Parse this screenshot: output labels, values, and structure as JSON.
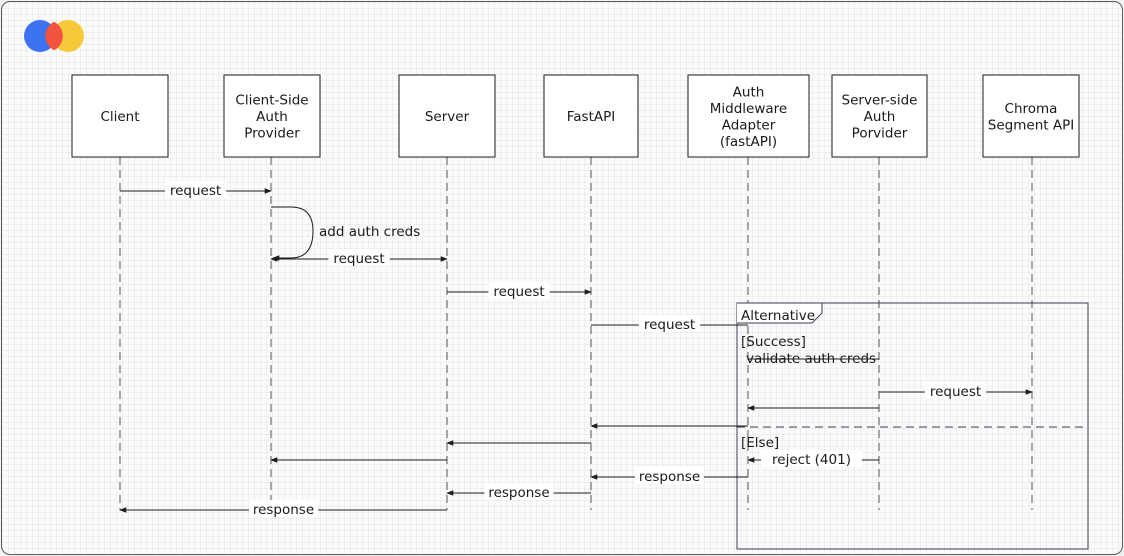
{
  "logo": {
    "colors": [
      "#3b73f0",
      "#f05340",
      "#f6c93a"
    ]
  },
  "participants": [
    {
      "id": "client",
      "label": [
        "Client"
      ]
    },
    {
      "id": "csap",
      "label": [
        "Client-Side",
        "Auth",
        "Provider"
      ]
    },
    {
      "id": "server",
      "label": [
        "Server"
      ]
    },
    {
      "id": "fastapi",
      "label": [
        "FastAPI"
      ]
    },
    {
      "id": "ama",
      "label": [
        "Auth",
        "Middleware",
        "Adapter",
        "(fastAPI)"
      ]
    },
    {
      "id": "ssap",
      "label": [
        "Server-side",
        "Auth",
        "Porvider"
      ]
    },
    {
      "id": "chroma",
      "label": [
        "Chroma",
        "Segment API"
      ]
    }
  ],
  "messages": [
    {
      "from": "client",
      "to": "csap",
      "label": "request"
    },
    {
      "from": "csap",
      "to": "csap",
      "label": "add auth creds",
      "self": true
    },
    {
      "from": "csap",
      "to": "server",
      "label": "request",
      "both": true
    },
    {
      "from": "server",
      "to": "fastapi",
      "label": "request"
    },
    {
      "from": "fastapi",
      "to": "ama",
      "label": "request",
      "noarrow": true
    },
    {
      "from": "ama",
      "to": "ssap",
      "label": "validate auth creds",
      "noarrow": true
    },
    {
      "from": "ssap",
      "to": "chroma",
      "label": "request"
    },
    {
      "from": "ssap",
      "to": "ama",
      "label": ""
    },
    {
      "from": "ama",
      "to": "fastapi",
      "label": ""
    },
    {
      "from": "fastapi",
      "to": "server",
      "label": ""
    },
    {
      "from": "server",
      "to": "csap",
      "label": ""
    },
    {
      "from": "ssap",
      "to": "ama",
      "label": "reject (401)"
    },
    {
      "from": "ama",
      "to": "fastapi",
      "label": "response"
    },
    {
      "from": "fastapi",
      "to": "server",
      "label": "response"
    },
    {
      "from": "server",
      "to": "client",
      "label": "response"
    }
  ],
  "alt_fragment": {
    "title": "Alternative",
    "success_guard": "[Success]",
    "else_guard": "[Else]"
  }
}
